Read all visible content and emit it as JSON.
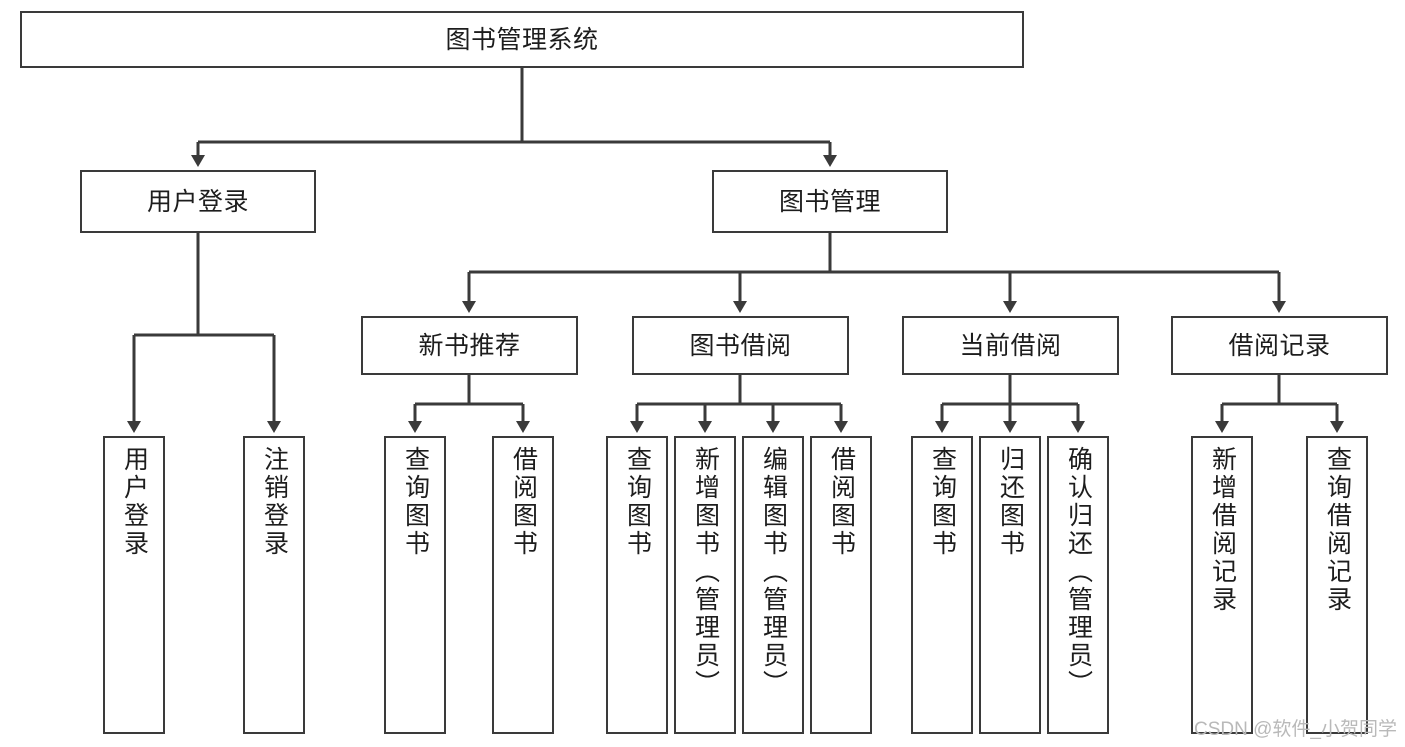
{
  "diagram": {
    "title": "图书管理系统",
    "type": "tree",
    "colors": {
      "node_border": "#3a3a3a",
      "node_fill": "#ffffff",
      "edge": "#3a3a3a",
      "text": "#1d1d1d",
      "watermark": "#b9b9b9"
    },
    "root": {
      "label": "图书管理系统"
    },
    "level1": [
      {
        "label": "用户登录"
      },
      {
        "label": "图书管理"
      }
    ],
    "level2": [
      {
        "label": "新书推荐"
      },
      {
        "label": "图书借阅"
      },
      {
        "label": "当前借阅"
      },
      {
        "label": "借阅记录"
      }
    ],
    "leaves": [
      {
        "label": "用户登录"
      },
      {
        "label": "注销登录"
      },
      {
        "label": "查询图书"
      },
      {
        "label": "借阅图书"
      },
      {
        "label": "查询图书"
      },
      {
        "label": "新增图书（管理员）"
      },
      {
        "label": "编辑图书（管理员）"
      },
      {
        "label": "借阅图书"
      },
      {
        "label": "查询图书"
      },
      {
        "label": "归还图书"
      },
      {
        "label": "确认归还（管理员）"
      },
      {
        "label": "新增借阅记录"
      },
      {
        "label": "查询借阅记录"
      }
    ]
  },
  "watermark": {
    "text": "CSDN @软件_小贺同学"
  }
}
